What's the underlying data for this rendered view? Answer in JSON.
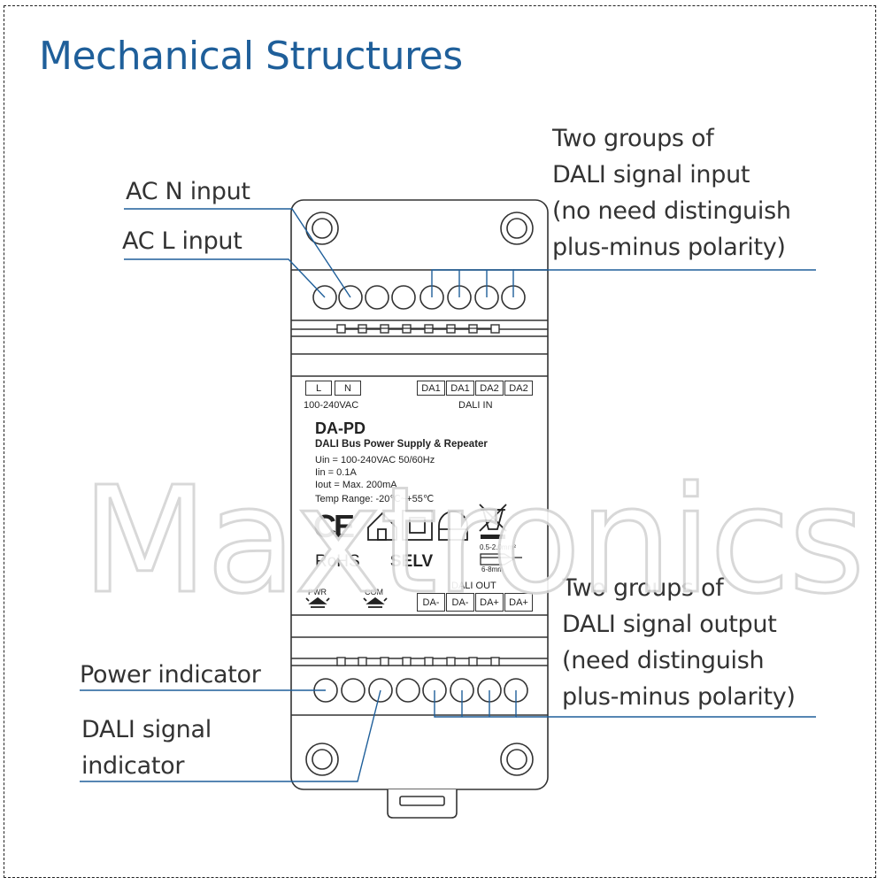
{
  "title": "Mechanical Structures",
  "callouts": {
    "ac_n": "AC N input",
    "ac_l": "AC L input",
    "dali_in": [
      "Two groups of",
      "DALI signal input",
      "(no need distinguish",
      "plus-minus polarity)"
    ],
    "dali_out": [
      "Two groups of",
      "DALI signal output",
      "(need distinguish",
      "plus-minus polarity)"
    ],
    "power": "Power indicator",
    "dali_ind": [
      "DALI signal",
      "indicator"
    ]
  },
  "device": {
    "input_terminals": [
      "L",
      "N"
    ],
    "voltage_label": "100-240VAC",
    "dali_in_terminals": [
      "DA1",
      "DA1",
      "DA2",
      "DA2"
    ],
    "dali_in_label": "DALI IN",
    "model": "DA-PD",
    "name": "DALI Bus Power Supply & Repeater",
    "specs": [
      "Uin = 100-240VAC 50/60Hz",
      "Iin   = 0.1A",
      "Iout = Max. 200mA",
      "Temp Range:  -20℃~+55℃"
    ],
    "ce": "CE",
    "rohs": "RoHS",
    "selv": "SELV",
    "wire_size": "0.5-2.0mm²",
    "strip_length": "6-8mm",
    "pwr_label": "PWR",
    "com_label": "COM",
    "dali_out_label": "DALI OUT",
    "dali_out_terminals": [
      "DA-",
      "DA-",
      "DA+",
      "DA+"
    ]
  },
  "watermark": "Maxtronics"
}
